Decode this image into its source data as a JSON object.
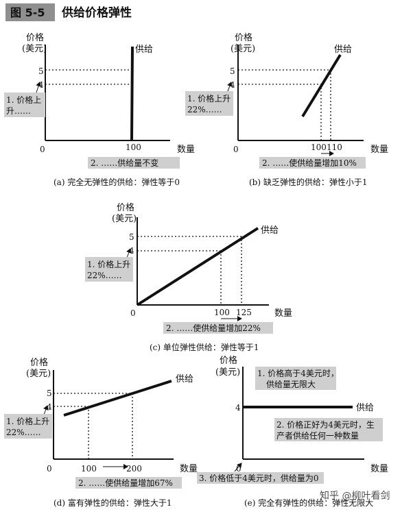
{
  "header": {
    "figure_no": "图 5-5",
    "title": "供给价格弹性"
  },
  "axis": {
    "y_label_1": "价格",
    "y_label_2": "(美元)",
    "x_label": "数量",
    "origin": "0"
  },
  "panels": {
    "a": {
      "ticks": {
        "p5": "5",
        "p4": "4",
        "q100": "100"
      },
      "curve_label": "供给",
      "note_price": [
        "1. 价格上",
        "升……"
      ],
      "note_qty": "2. ……供给量不变",
      "caption": "(a) 完全无弹性的供给：弹性等于0"
    },
    "b": {
      "ticks": {
        "p5": "5",
        "p4": "4",
        "q100": "100",
        "q110": "110"
      },
      "curve_label": "供给",
      "note_price": [
        "1. 价格上升",
        "22%……"
      ],
      "note_qty": "2. ……使供给量增加10%",
      "caption": "(b) 缺乏弹性的供给：弹性小于1"
    },
    "c": {
      "ticks": {
        "p5": "5",
        "p4": "4",
        "q100": "100",
        "q125": "125"
      },
      "curve_label": "供给",
      "note_price": [
        "1. 价格上升",
        "22%……"
      ],
      "note_qty": "2. ……使供给量增加22%",
      "caption": "(c) 单位弹性供给：弹性等于1"
    },
    "d": {
      "ticks": {
        "p5": "5",
        "p4": "4",
        "q100": "100",
        "q200": "200"
      },
      "curve_label": "供给",
      "note_price": [
        "1. 价格上升",
        "22%……"
      ],
      "note_qty": "2. ……使供给量增加67%",
      "caption": "(d) 富有弹性的供给：弹性大于1"
    },
    "e": {
      "ticks": {
        "p4": "4"
      },
      "curve_label": "供给",
      "note_above": [
        "1. 价格高于4美元时，",
        "供给量无限大"
      ],
      "note_mid": [
        "2. 价格正好为4美元时，生",
        "产者供给任何一种数量"
      ],
      "note_below": "3. 价格低于4美元时，供给量为0",
      "caption": "(e) 完全有弹性的供给：弹性无限大"
    }
  },
  "watermark": "知乎 @柳叶看剑"
}
